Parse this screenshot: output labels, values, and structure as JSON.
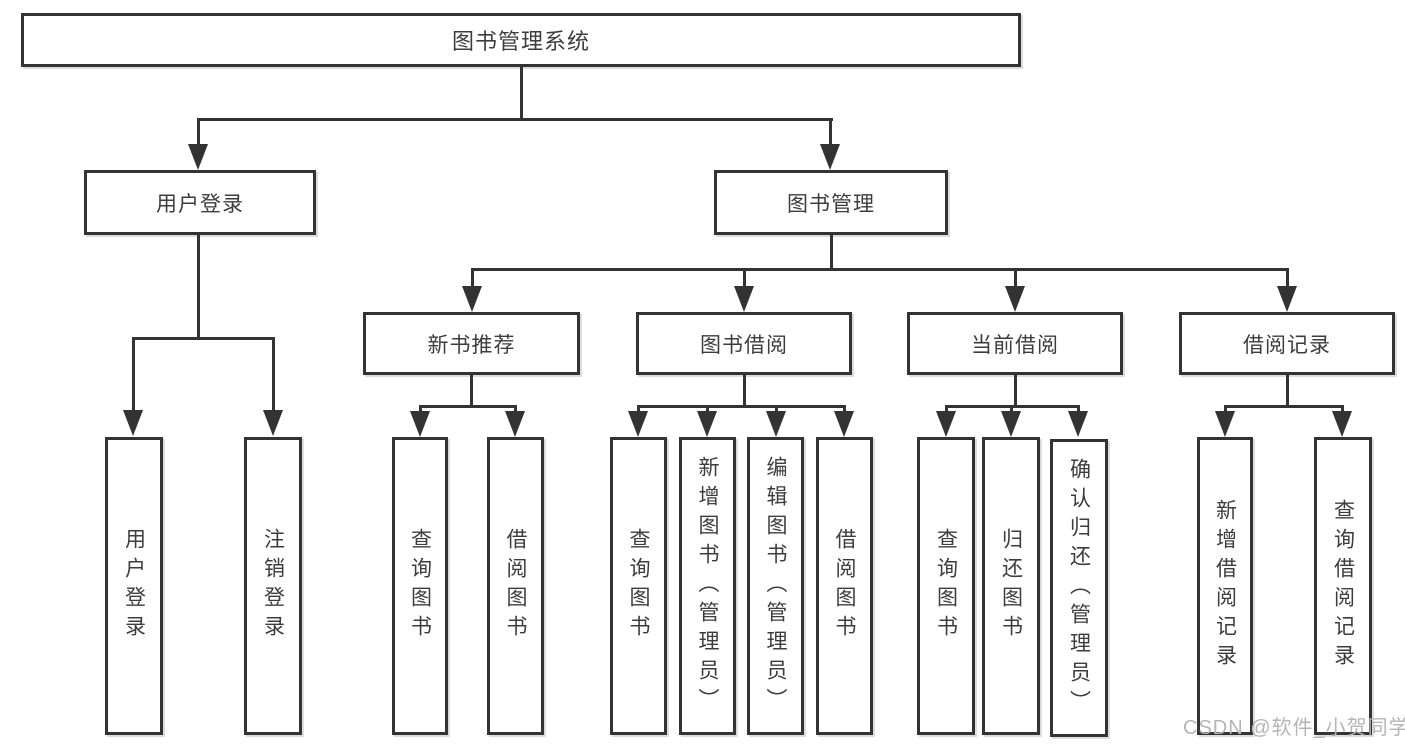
{
  "diagram": {
    "root": {
      "label": "图书管理系统"
    },
    "level2": [
      {
        "label": "用户登录",
        "children": [
          {
            "label": "用户登录"
          },
          {
            "label": "注销登录"
          }
        ]
      },
      {
        "label": "图书管理",
        "groups": [
          {
            "label": "新书推荐",
            "children": [
              {
                "label": "查询图书"
              },
              {
                "label": "借阅图书"
              }
            ]
          },
          {
            "label": "图书借阅",
            "children": [
              {
                "label": "查询图书"
              },
              {
                "label": "新增图书（管理员）"
              },
              {
                "label": "编辑图书（管理员）"
              },
              {
                "label": "借阅图书"
              }
            ]
          },
          {
            "label": "当前借阅",
            "children": [
              {
                "label": "查询图书"
              },
              {
                "label": "归还图书"
              },
              {
                "label": "确认归还（管理员）"
              }
            ]
          },
          {
            "label": "借阅记录",
            "children": [
              {
                "label": "新增借阅记录"
              },
              {
                "label": "查询借阅记录"
              }
            ]
          }
        ]
      }
    ]
  },
  "watermark": {
    "text": "CSDN @软件_小贺同学"
  },
  "colors": {
    "line": "#333333",
    "box_border": "#333333",
    "box_fill": "#ffffff",
    "text": "#3d3d3d",
    "watermark": "#b5b5b5",
    "background": "#ffffff"
  }
}
